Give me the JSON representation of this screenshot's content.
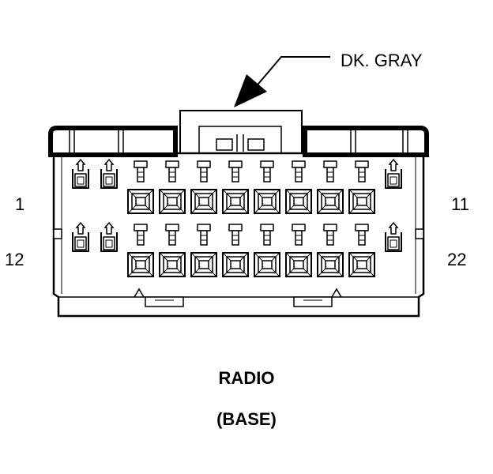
{
  "connector": {
    "color_label": "DK. GRAY",
    "title": "RADIO",
    "subtitle": "(BASE)",
    "rows": 2,
    "cavities_per_row": 11,
    "pin_labels": {
      "top_left": "1",
      "top_right": "11",
      "bottom_left": "12",
      "bottom_right": "22"
    }
  }
}
